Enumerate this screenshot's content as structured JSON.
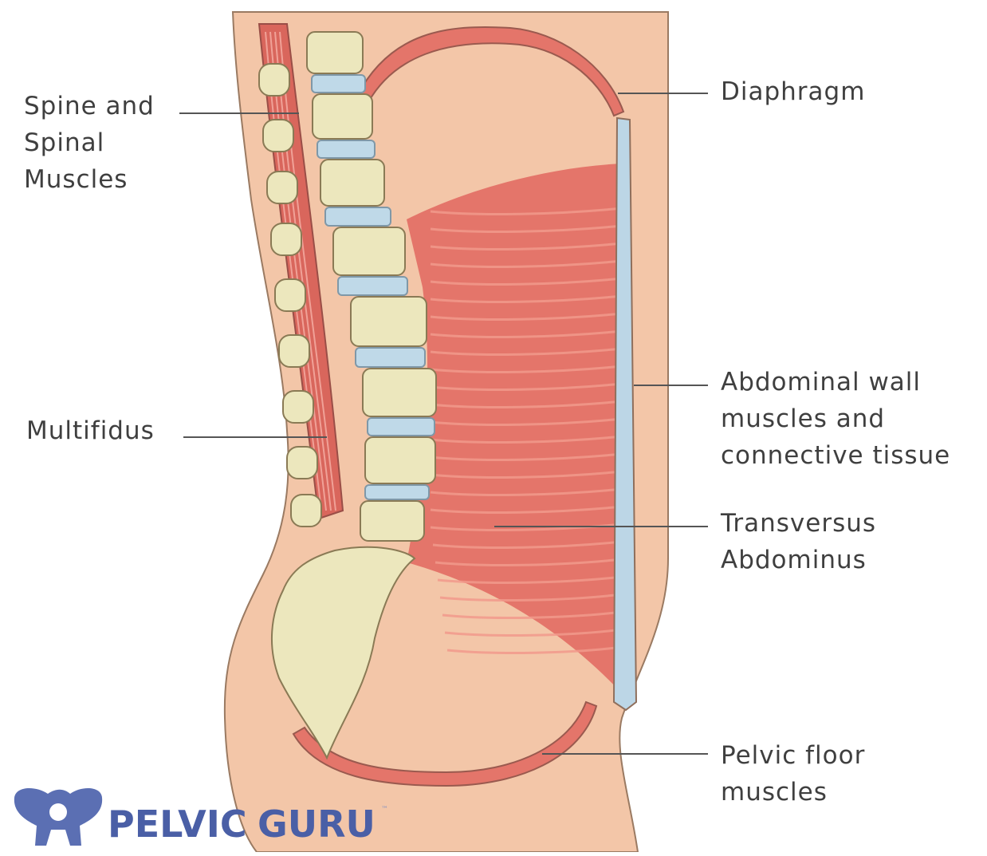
{
  "labels": {
    "spine": "Spine and\nSpinal\nMuscles",
    "diaphragm": "Diaphragm",
    "multifidus": "Multifidus",
    "abdominal_wall": "Abdominal wall\nmuscles and\nconnective tissue",
    "transversus": "Transversus\nAbdominus",
    "pelvic_floor": "Pelvic floor\nmuscles"
  },
  "logo": {
    "word1": "PELVIC",
    "word2": "GURU",
    "trademark": "™"
  },
  "colors": {
    "skin": "#f3c6a8",
    "muscle": "#e4756a",
    "muscle_dark": "#c95a52",
    "bone": "#ece7bd",
    "disc": "#bfd9e8",
    "fascia": "#bcd6e6",
    "outline": "#8a6a55",
    "logo_blue": "#4a5fa6",
    "label_text": "#3f3f3f"
  }
}
